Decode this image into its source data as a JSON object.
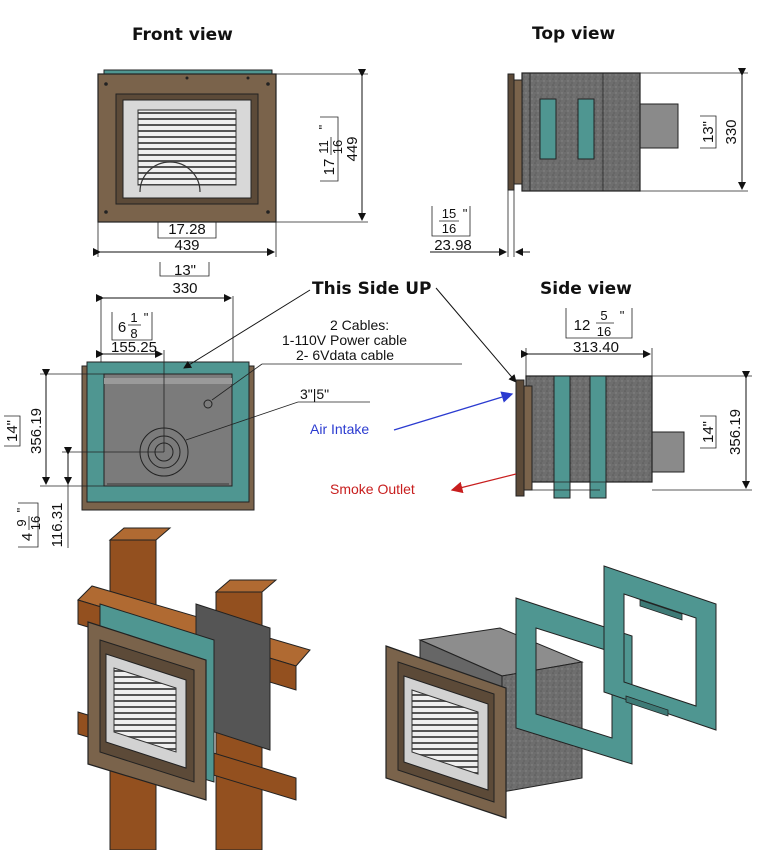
{
  "views": {
    "front_title": "Front view",
    "top_title": "Top view",
    "side_title": "Side view",
    "this_side_up": "This Side UP"
  },
  "front_dims": {
    "width_in": "17.28",
    "width_mm": "439",
    "height_in_whole": "17",
    "height_in_num": "11",
    "height_in_den": "16",
    "height_in_unit": "\"",
    "height_mm": "449"
  },
  "top_dims": {
    "depth_in": "13\"",
    "depth_mm": "330",
    "flange_in_num": "15",
    "flange_in_den": "16",
    "flange_in_unit": "\"",
    "flange_mm": "23.98"
  },
  "back_dims": {
    "width_in": "13\"",
    "width_mm": "330",
    "offset_whole": "6",
    "offset_num": "1",
    "offset_den": "8",
    "offset_unit": "\"",
    "offset_mm": "155.25",
    "height_in": "14\"",
    "height_mm": "356.19",
    "low_whole": "4",
    "low_num": "9",
    "low_den": "16",
    "low_unit": "\"",
    "low_mm": "116.31",
    "pipe_label": "3\"|5\""
  },
  "cables": {
    "line1": "2 Cables:",
    "line2": "1-110V Power cable",
    "line3": "2- 6Vdata cable"
  },
  "side_dims": {
    "depth_whole": "12",
    "depth_num": "5",
    "depth_den": "16",
    "depth_unit": "\"",
    "depth_mm": "313.40",
    "height_in": "14\"",
    "height_mm": "356.19",
    "air_intake": "Air Intake",
    "smoke_outlet": "Smoke Outlet"
  },
  "colors": {
    "frame_brown": "#7a634b",
    "flange_teal": "#4f9691",
    "steel_grey": "#6d6d6d",
    "wood": "#93501f",
    "air_arrow": "#2b3bd0",
    "smoke_arrow": "#c81e1e"
  }
}
